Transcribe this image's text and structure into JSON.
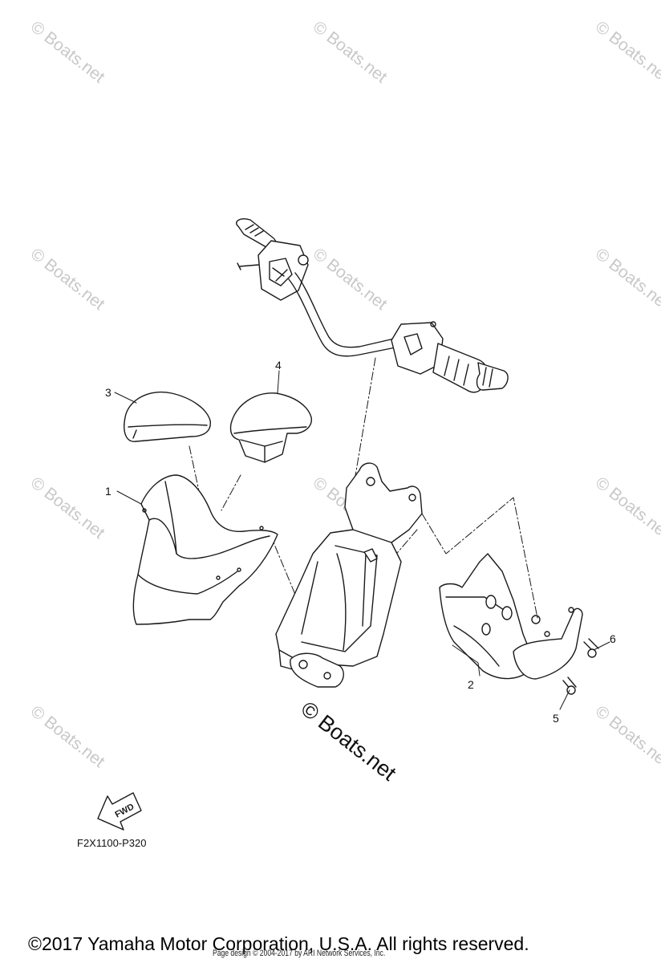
{
  "watermark_text": "© Boats.net",
  "center_watermark_text": "© Boats.net",
  "callouts": [
    {
      "id": "1",
      "label": "1"
    },
    {
      "id": "2",
      "label": "2"
    },
    {
      "id": "3",
      "label": "3"
    },
    {
      "id": "4",
      "label": "4"
    },
    {
      "id": "5",
      "label": "5"
    },
    {
      "id": "6",
      "label": "6"
    }
  ],
  "fwd_label": "FWD",
  "part_code": "F2X1100-P320",
  "copyright": "©2017 Yamaha Motor Corporation, U.S.A. All rights reserved.",
  "page_design": "Page design © 2004-2017 by ARI Network Services, Inc.",
  "line_color": "#1a1a1a",
  "watermark_color": "#c8c8c8"
}
